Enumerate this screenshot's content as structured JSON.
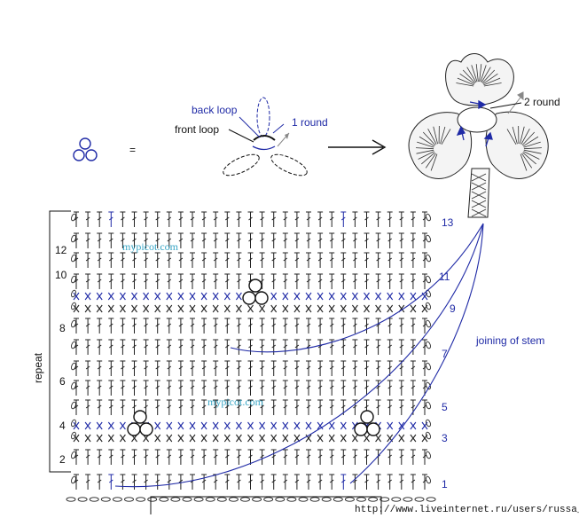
{
  "legend": {
    "equals": "=",
    "back_loop": "back loop",
    "front_loop": "front loop",
    "round1": "1 round",
    "round2": "2 round"
  },
  "side_label": "repeat",
  "joining_label": "joining of stem",
  "watermarks": [
    "mypicot.com",
    "mypicot.com"
  ],
  "row_numbers_left": [
    "2",
    "4",
    "6",
    "8",
    "10",
    "12"
  ],
  "row_numbers_right": [
    "1",
    "3",
    "5",
    "7",
    "9",
    "11",
    "13"
  ],
  "url_text": "http://www.liveinternet.ru/users/russa_n/",
  "colors": {
    "accent": "#1f2aa6",
    "ink": "#111111",
    "watermark": "#39a6c6"
  }
}
